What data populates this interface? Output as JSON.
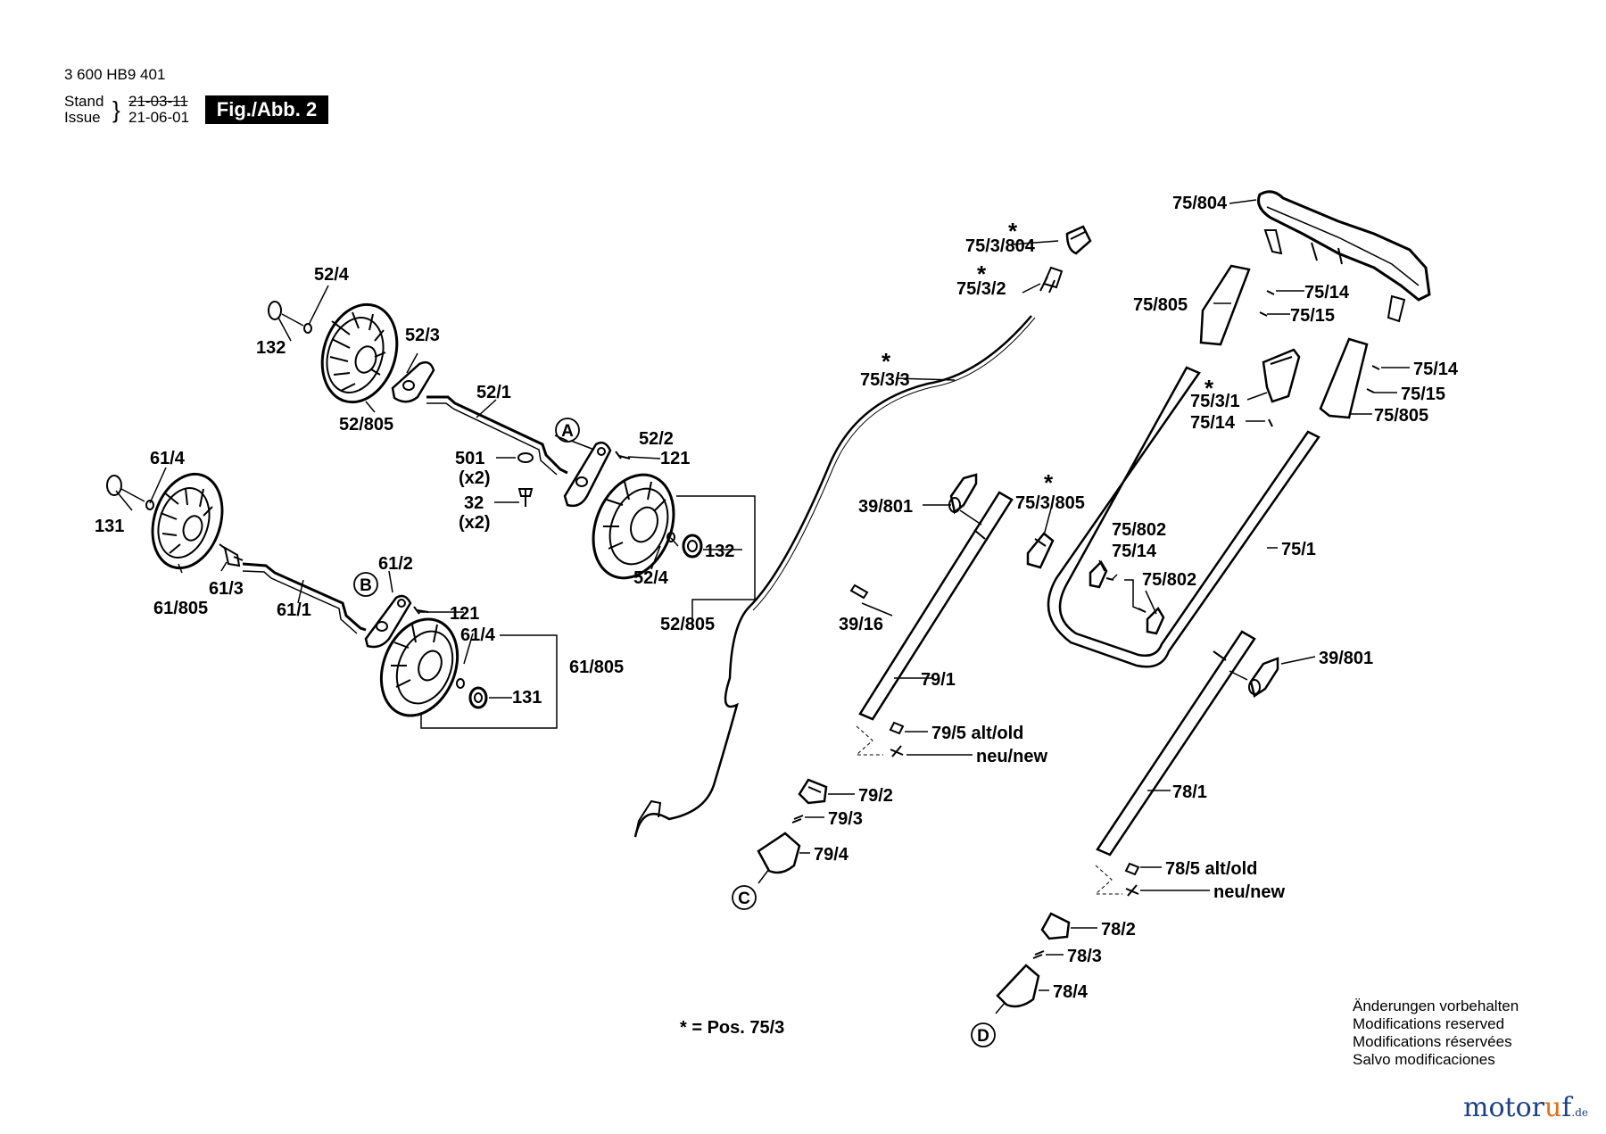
{
  "header": {
    "part_number": "3 600 HB9 401",
    "stand_label": "Stand",
    "issue_label": "Issue",
    "stand_date_old": "21-03-11",
    "issue_date": "21-06-01",
    "figure_label": "Fig./Abb. 2"
  },
  "legend": "* = Pos. 75/3",
  "notes": [
    "Änderungen vorbehalten",
    "Modifications reserved",
    "Modifications réservées",
    "Salvo modificaciones"
  ],
  "brand": {
    "name_a": "motor",
    "name_b": "u",
    "name_c": "f",
    "tld": ".de"
  },
  "callouts": {
    "c_52_4": "52/4",
    "c_132a": "132",
    "c_52_3": "52/3",
    "c_52_805a": "52/805",
    "c_52_1": "52/1",
    "c_A": "A",
    "c_52_2": "52/2",
    "c_121a": "121",
    "c_501": "501",
    "c_x2a": "(x2)",
    "c_32": "32",
    "c_x2b": "(x2)",
    "c_132b": "132",
    "c_52_4b": "52/4",
    "c_52_805b": "52/805",
    "c_61_4a": "61/4",
    "c_131a": "131",
    "c_61_805a": "61/805",
    "c_61_3": "61/3",
    "c_61_1": "61/1",
    "c_B": "B",
    "c_61_2": "61/2",
    "c_121b": "121",
    "c_61_4b": "61/4",
    "c_61_805b": "61/805",
    "c_131b": "131",
    "c_75_3_3": "75/3/3",
    "c_75_3_804": "75/3/804",
    "c_75_3_2": "75/3/2",
    "c_75_804": "75/804",
    "c_75_805a": "75/805",
    "c_75_14a": "75/14",
    "c_75_15a": "75/15",
    "c_75_14b": "75/14",
    "c_75_15b": "75/15",
    "c_75_805b": "75/805",
    "c_75_3_1": "75/3/1",
    "c_75_14c": "75/14",
    "c_39_801a": "39/801",
    "c_75_3_805": "75/3/805",
    "c_75_802a": "75/802",
    "c_75_14d": "75/14",
    "c_75_802b": "75/802",
    "c_75_1": "75/1",
    "c_39_16": "39/16",
    "c_79_1": "79/1",
    "c_39_801b": "39/801",
    "c_79_5": "79/5 alt/old",
    "c_neu1": "neu/new",
    "c_79_2": "79/2",
    "c_79_3": "79/3",
    "c_79_4": "79/4",
    "c_C": "C",
    "c_78_1": "78/1",
    "c_78_5": "78/5 alt/old",
    "c_neu2": "neu/new",
    "c_78_2": "78/2",
    "c_78_3": "78/3",
    "c_78_4": "78/4",
    "c_D": "D",
    "star": "*"
  }
}
